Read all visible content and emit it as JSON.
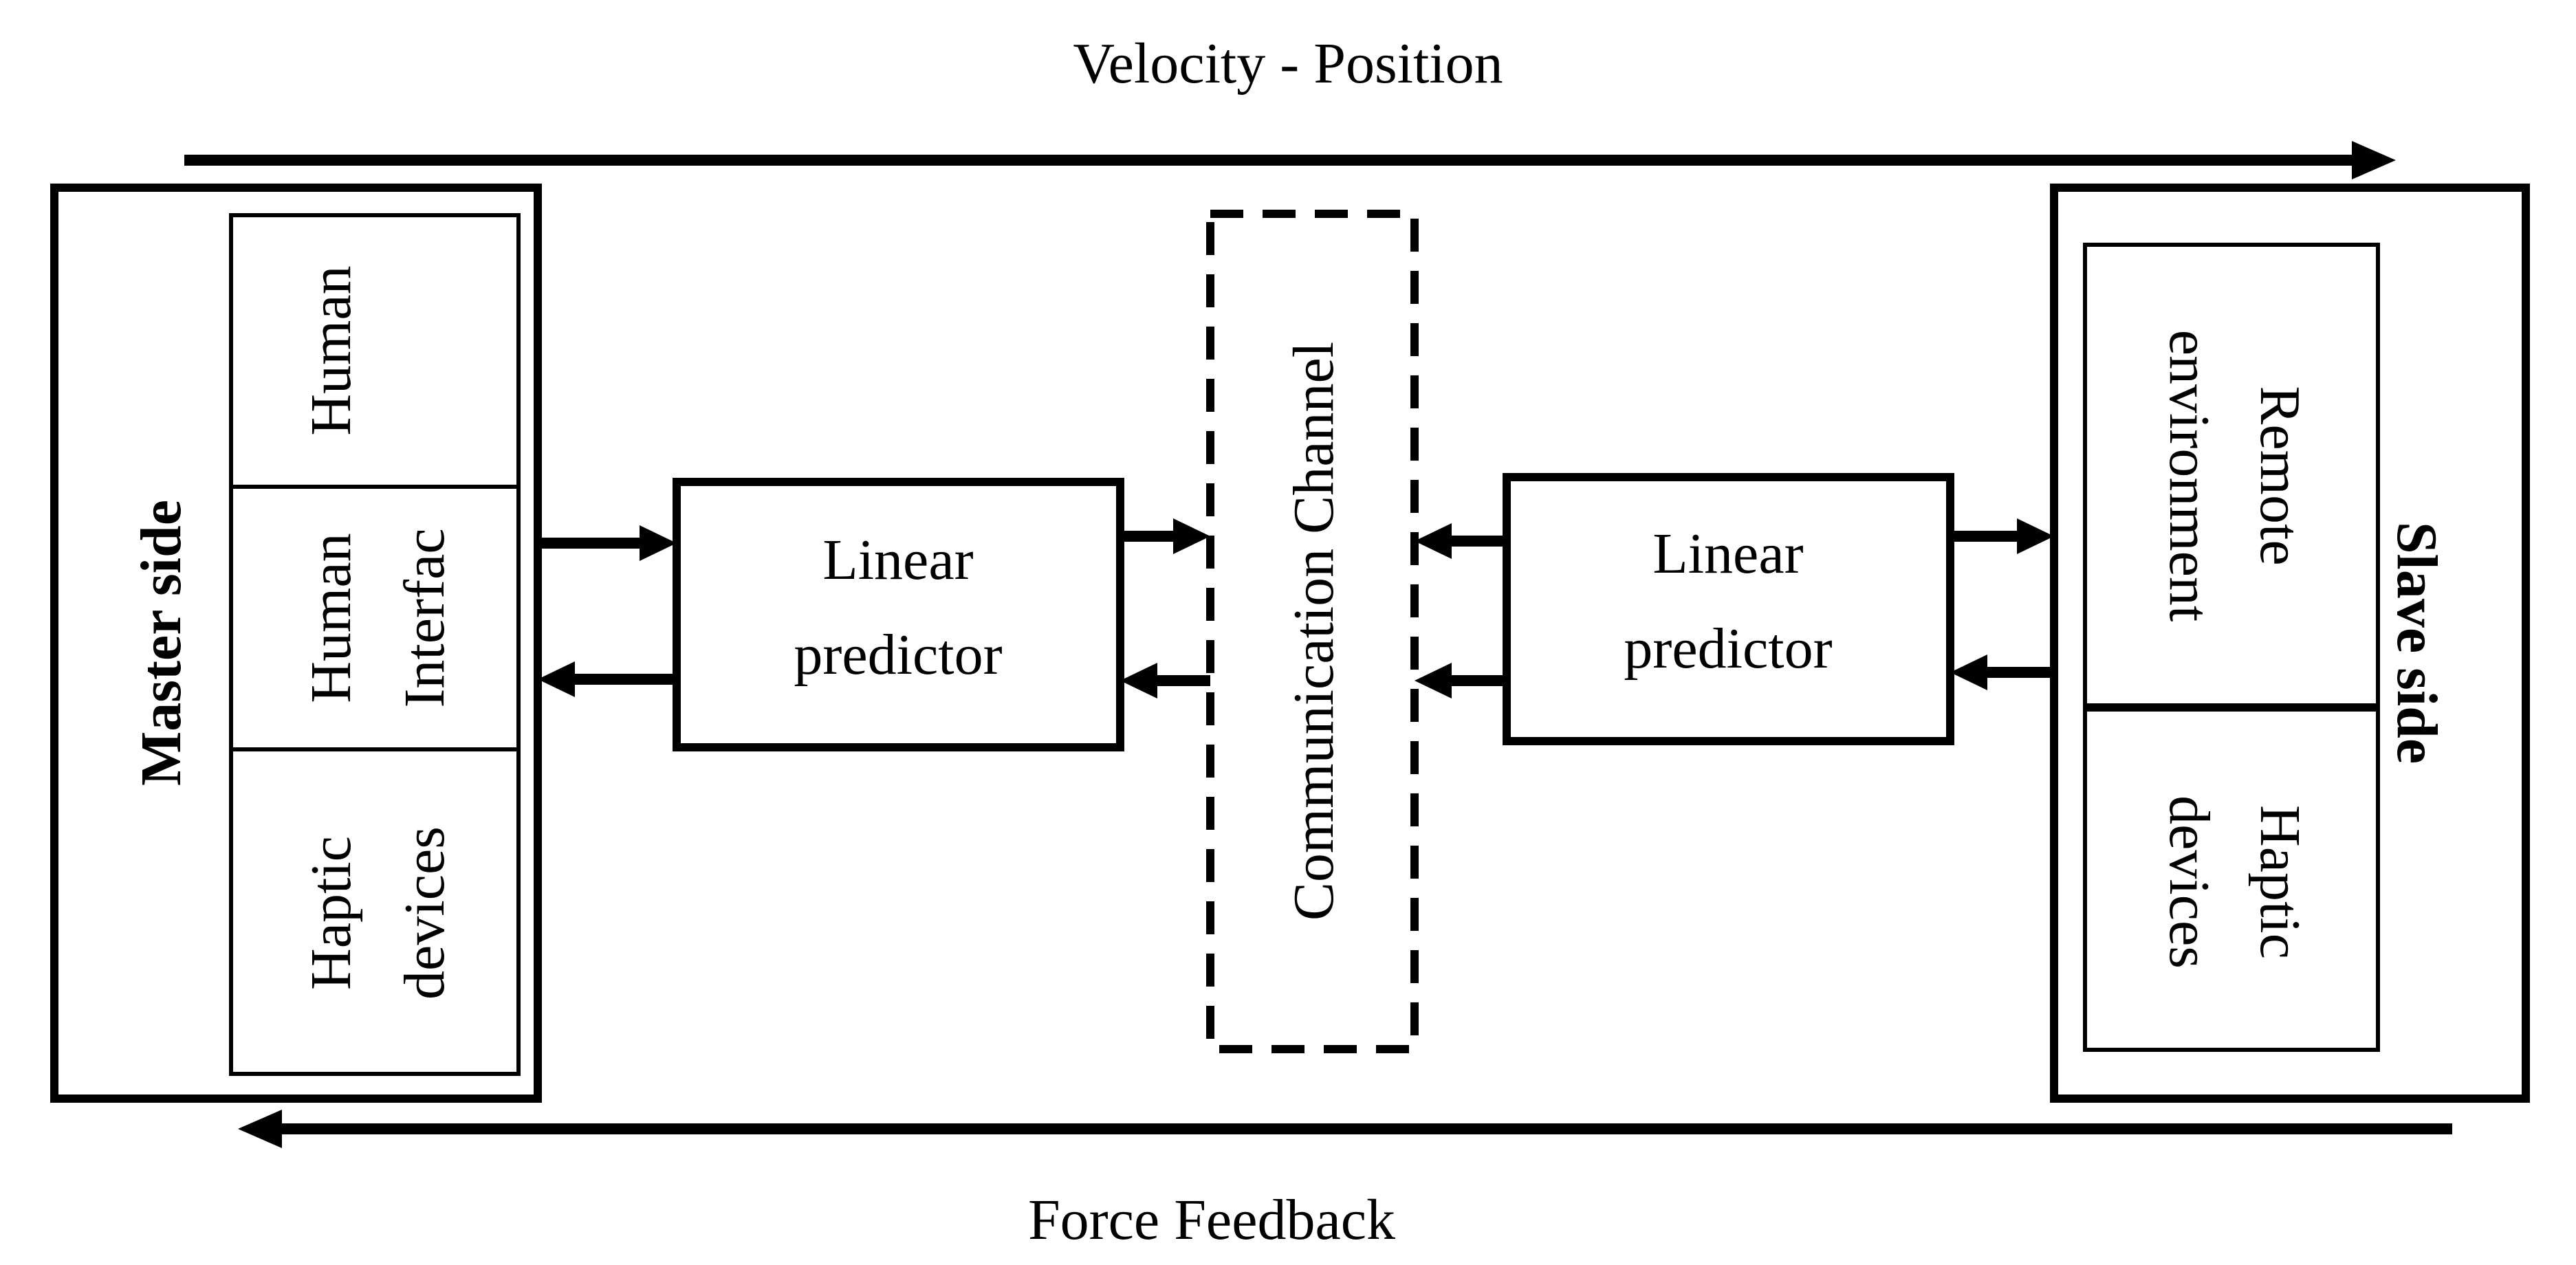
{
  "top_flow_label": "Velocity - Position",
  "bottom_flow_label": "Force Feedback",
  "master": {
    "side_label": "Master side",
    "blocks": [
      {
        "lines": [
          "Human"
        ]
      },
      {
        "lines": [
          "Human",
          "Interfac"
        ]
      },
      {
        "lines": [
          "Haptic",
          "devices"
        ]
      }
    ]
  },
  "predictor_left": {
    "lines": [
      "Linear",
      "predictor"
    ]
  },
  "channel": {
    "label": "Communication Channel"
  },
  "predictor_right": {
    "lines": [
      "Linear",
      "predictor"
    ]
  },
  "slave": {
    "side_label": "Slave side",
    "blocks": [
      {
        "lines": [
          "Remote",
          "environment"
        ]
      },
      {
        "lines": [
          "Haptic",
          "devices"
        ]
      }
    ]
  }
}
